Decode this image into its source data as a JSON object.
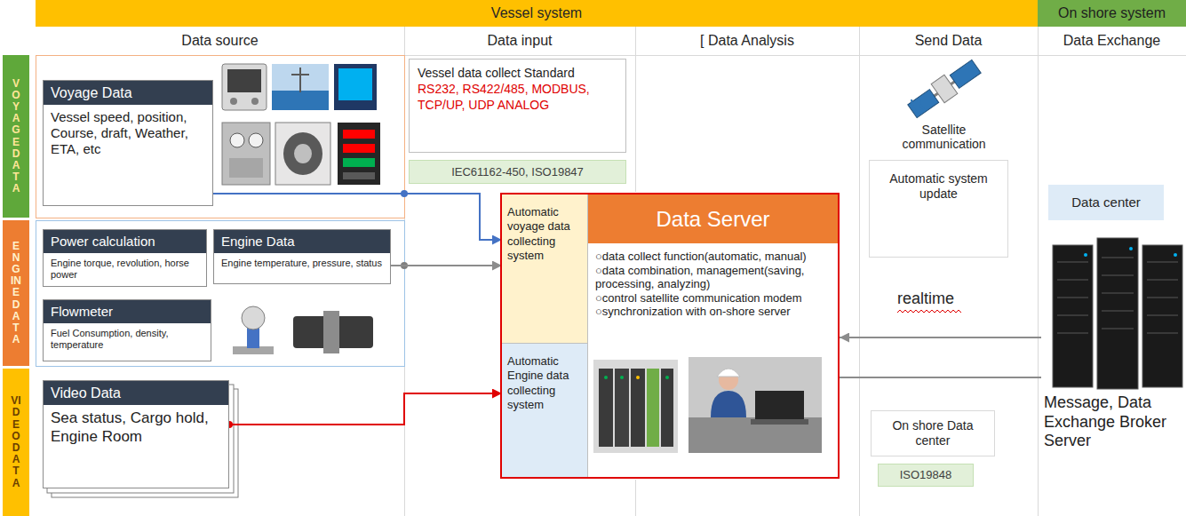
{
  "diagram": {
    "nodes": [
      {
        "text": [
          "Vessel system"
        ]
      },
      {
        "text": [
          "On shore system"
        ]
      },
      {
        "text": [
          "Data source"
        ]
      },
      {
        "text": [
          "Data input"
        ]
      },
      {
        "text": [
          "[ Data Analysis"
        ]
      },
      {
        "text": [
          "Send Data"
        ]
      },
      {
        "text": [
          "Data Exchange"
        ]
      },
      {
        "text": [
          "VOYAGE DATA"
        ]
      },
      {
        "text": [
          "ENGINE DATA"
        ]
      },
      {
        "text": [
          "VIDEO DATA"
        ]
      },
      {
        "text": [
          "Voyage Data",
          "Vessel speed, position, Course, draft, Weather, ETA, etc"
        ]
      },
      {
        "text": [
          "Vessel data collect Standard",
          "RS232, RS422/485, MODBUS, TCP/UP, UDP ANALOG"
        ]
      },
      {
        "text": [
          "IEC61162-450, ISO19847"
        ]
      },
      {
        "text": [
          "Power calculation",
          "Engine torque, revolution, horse power"
        ]
      },
      {
        "text": [
          "Engine Data",
          "Engine temperature, pressure, status"
        ]
      },
      {
        "text": [
          "Flowmeter",
          "Fuel Consumption, density, temperature"
        ]
      },
      {
        "text": [
          "Video Data",
          "Sea status, Cargo hold, Engine Room"
        ]
      },
      {
        "text": [
          "Data Server",
          "○data collect function(automatic, manual)",
          "○data combination, management(saving, processing, analyzing)",
          "○control satellite communication modem",
          "○synchronization with on-shore server"
        ]
      },
      {
        "text": [
          "Automatic voyage data collecting system"
        ],
        "in": 17
      },
      {
        "text": [
          "Automatic Engine data collecting system"
        ],
        "in": 17
      },
      {
        "text": [
          "Automatic system update"
        ]
      },
      {
        "text": [
          "On shore Data center"
        ]
      },
      {
        "text": [
          "ISO19848"
        ]
      },
      {
        "text": [
          "Data center"
        ]
      },
      {
        "text": [
          "Message, Data Exchange Broker Server"
        ]
      }
    ],
    "edges": [
      {
        "from": 10,
        "to": 18,
        "arrow": "to"
      },
      {
        "from": 14,
        "to": 18,
        "arrow": "to"
      },
      {
        "from": 16,
        "to": 19,
        "arrow": "to"
      },
      {
        "from": 24,
        "to": 17,
        "arrow": "to"
      },
      {
        "from": 17,
        "to": 24,
        "arrow": "none"
      }
    ],
    "labels": [
      "Satellite communication",
      "realtime"
    ]
  }
}
